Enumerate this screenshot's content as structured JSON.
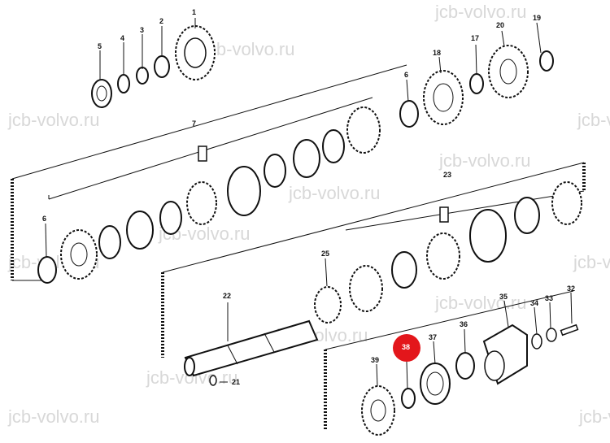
{
  "watermark": "jcb-volvo.ru",
  "highlight_color": "#e3161b",
  "callouts": {
    "p1": "1",
    "p2": "2",
    "p3": "3",
    "p4": "4",
    "p5": "5",
    "p6a": "6",
    "p6b": "6",
    "p7": "7",
    "p17": "17",
    "p18": "18",
    "p19": "19",
    "p20": "20",
    "p21": "21",
    "p22": "22",
    "p23": "23",
    "p25": "25",
    "p32": "32",
    "p33": "33",
    "p34": "34",
    "p35": "35",
    "p36": "36",
    "p37": "37",
    "p38": "38",
    "p39": "39"
  }
}
